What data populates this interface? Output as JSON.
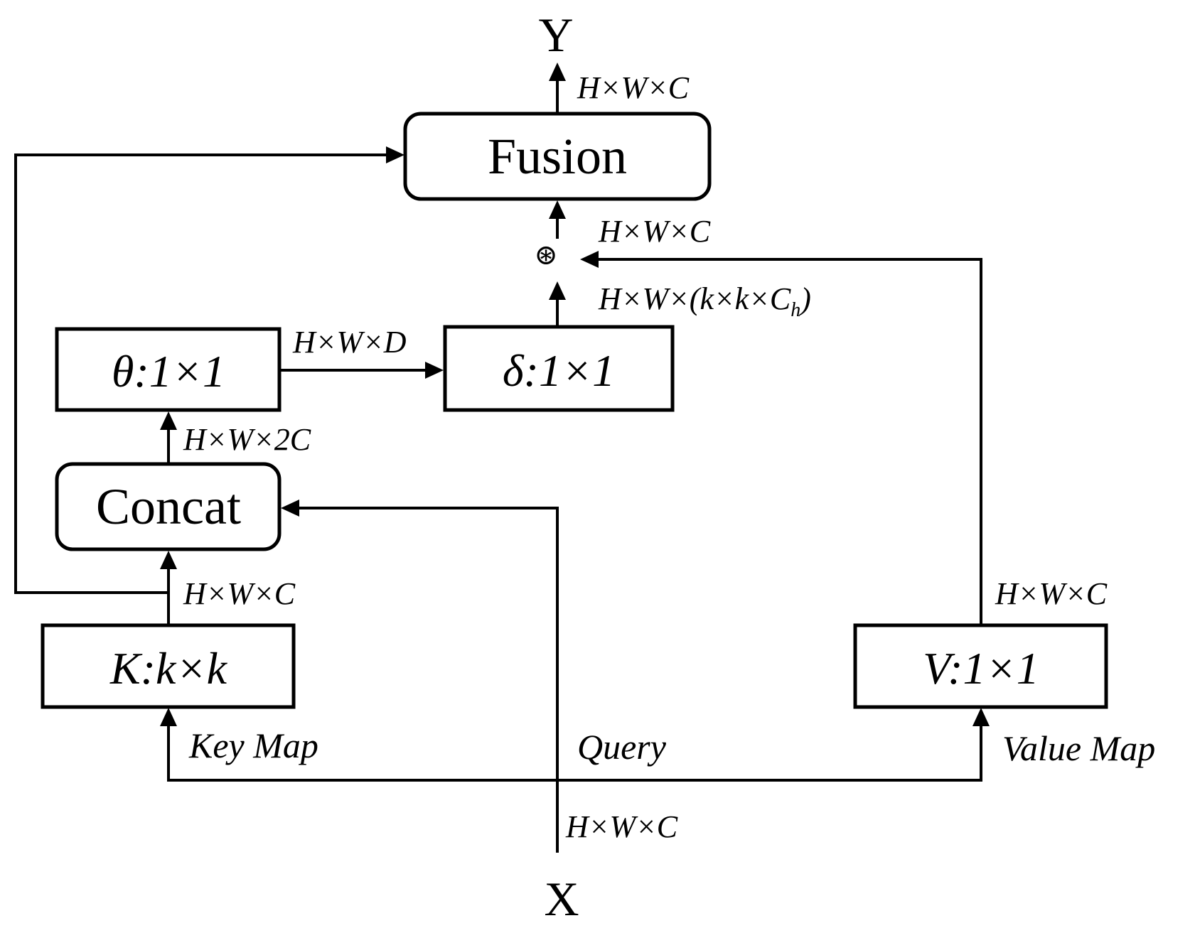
{
  "io": {
    "output": "Y",
    "input": "X"
  },
  "blocks": {
    "fusion": "Fusion",
    "concat": "Concat",
    "theta": "θ:1×1",
    "delta": "δ:1×1",
    "key": "K:k×k",
    "value": "V:1×1"
  },
  "operator": "⊛",
  "dims": {
    "output": "H×W×C",
    "product_to_fusion": "H×W×C",
    "delta_to_product": "H×W×(k×k×C",
    "delta_to_product_sub": "h",
    "delta_to_product_close": ")",
    "theta_to_delta": "H×W×D",
    "concat_to_theta": "H×W×2C",
    "key_to_concat": "H×W×C",
    "value_out": "H×W×C",
    "input": "H×W×C"
  },
  "labels": {
    "key_map": "Key Map",
    "query": "Query",
    "value_map": "Value Map"
  }
}
